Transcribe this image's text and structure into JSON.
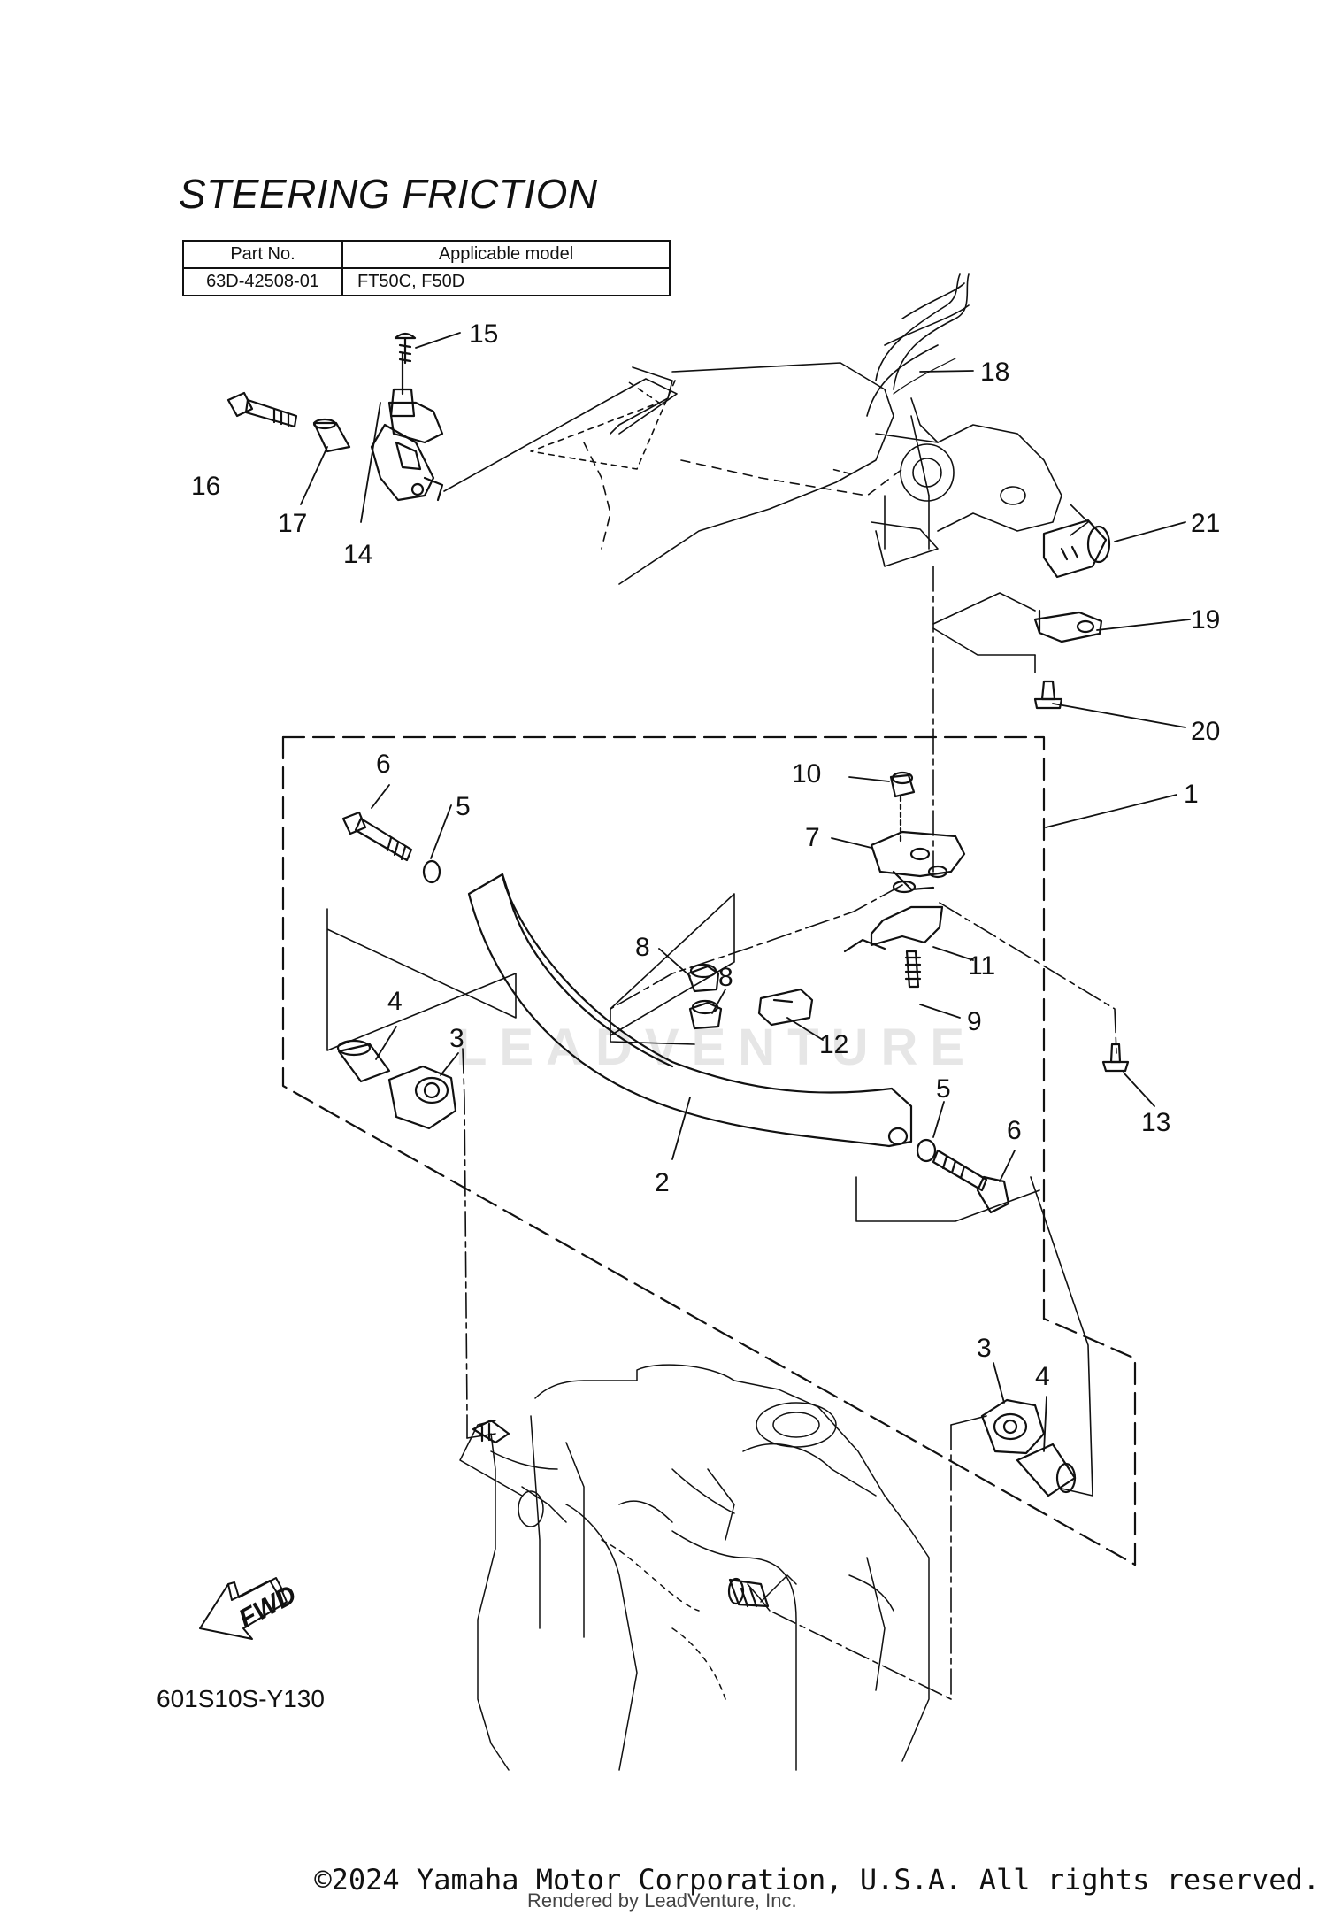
{
  "title": "STEERING FRICTION",
  "parts_table": {
    "headers": [
      "Part No.",
      "Applicable model"
    ],
    "rows": [
      [
        "63D-42508-01",
        "FT50C, F50D"
      ]
    ]
  },
  "callouts": [
    "1",
    "2",
    "3",
    "3",
    "4",
    "4",
    "5",
    "5",
    "6",
    "6",
    "7",
    "8",
    "8",
    "9",
    "10",
    "11",
    "12",
    "13",
    "14",
    "15",
    "16",
    "17",
    "18",
    "19",
    "20",
    "21"
  ],
  "fwd_label": "FWD",
  "diagram_code": "601S10S-Y130",
  "watermark": "LEADVENTURE",
  "copyright": "©2024 Yamaha Motor Corporation, U.S.A. All rights reserved.",
  "rendered_by": "Rendered by LeadVenture, Inc."
}
